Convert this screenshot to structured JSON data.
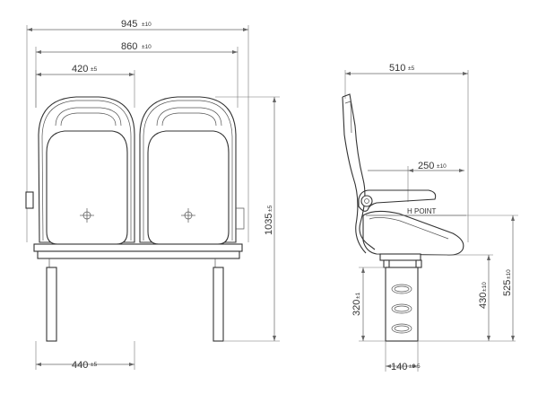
{
  "dimensions": {
    "overall_width": {
      "value": "945",
      "tol": "±10"
    },
    "frame_width": {
      "value": "860",
      "tol": "±10"
    },
    "seat_width": {
      "value": "420",
      "tol": "±5"
    },
    "overall_height": {
      "value": "1035",
      "tol": "±5"
    },
    "leg_spacing": {
      "value": "440",
      "tol": "±5"
    },
    "side_depth": {
      "value": "510",
      "tol": "±5"
    },
    "armrest_offset": {
      "value": "250",
      "tol": "±10"
    },
    "pedestal_height": {
      "value": "320",
      "tol": "±1"
    },
    "seat_height": {
      "value": "430",
      "tol": "±10"
    },
    "h_point_height": {
      "value": "525",
      "tol": "±10"
    },
    "pedestal_width": {
      "value": "140",
      "tol": "±0.5"
    }
  },
  "labels": {
    "h_point": "H POINT"
  }
}
